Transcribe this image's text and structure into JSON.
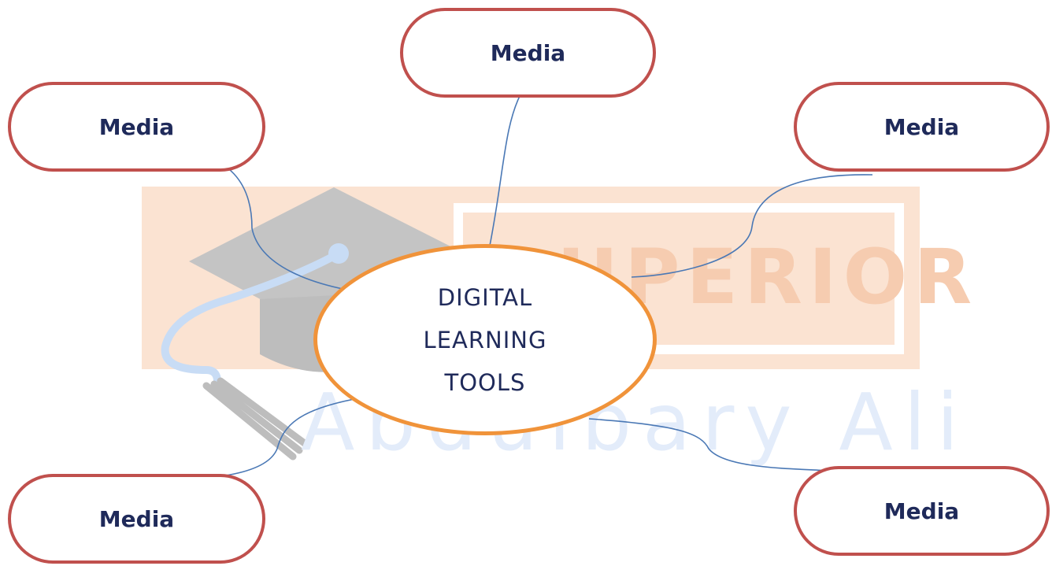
{
  "watermark": {
    "banner_text": "SUPERIOR",
    "name_text": "Abdulbary Ali"
  },
  "center": {
    "lines": [
      "DIGITAL",
      "LEARNING",
      "TOOLS"
    ]
  },
  "nodes": {
    "top": "Media",
    "top_left": "Media",
    "top_right": "Media",
    "bottom_left": "Media",
    "bottom_right": "Media"
  },
  "colors": {
    "node_border": "#c0504d",
    "center_border": "#f0933a",
    "connector": "#4a78b5",
    "text": "#1f2a5a",
    "watermark_banner": "#fbe3d2",
    "watermark_cap": "#bdbdbd"
  }
}
